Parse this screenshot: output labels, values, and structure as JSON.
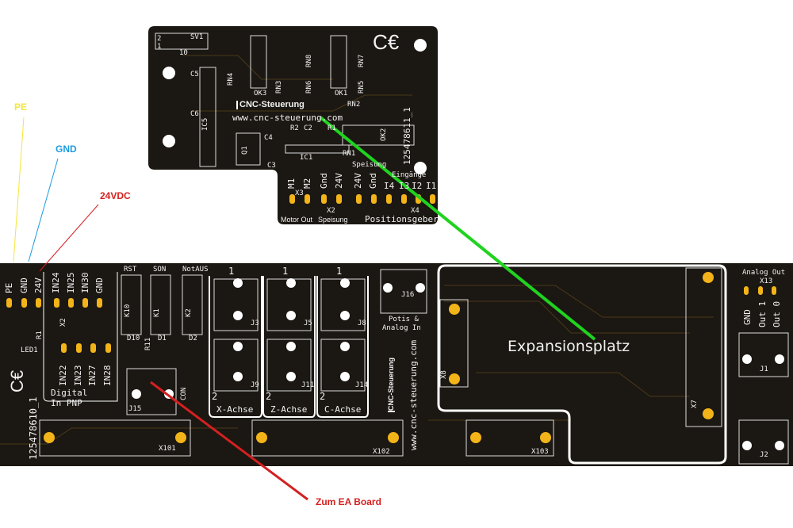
{
  "annotations": {
    "pe": "PE",
    "gnd": "GND",
    "vdc": "24VDC",
    "ea_board": "Zum EA Board",
    "colors": {
      "pe": "#f5e63c",
      "gnd": "#1a9be0",
      "vdc": "#d42020",
      "green_link": "#1fd31f",
      "red_link": "#d42020",
      "pcb": "#1b1712",
      "pad": "#f2b418"
    }
  },
  "top_board": {
    "header": "SV1",
    "header_pins": [
      "2",
      "1",
      "10"
    ],
    "ics": [
      "IC5",
      "OK3",
      "OK1",
      "OK2",
      "IC1",
      "Q1"
    ],
    "resistor_networks": [
      "RN1",
      "RN2",
      "RN3",
      "RN4",
      "RN5",
      "RN6",
      "RN7",
      "RN8"
    ],
    "parts": [
      "R1",
      "R2",
      "C2",
      "C3",
      "C4",
      "C5",
      "C6"
    ],
    "logo": "CNC-Steuerung",
    "url": "www.cnc-steuerung.com",
    "part_number": "125478611_1",
    "terminals": [
      "M1",
      "M2",
      "Gnd",
      "24V",
      "24V",
      "Gnd",
      "I4",
      "I3",
      "I2",
      "I1"
    ],
    "connectors": [
      "X3",
      "X2",
      "X4"
    ],
    "speisung_small": "Speisung",
    "eingaenge_small": "Eingänge",
    "groups": [
      "Motor Out",
      "Speisung",
      "Positionsgeber"
    ]
  },
  "main_board": {
    "power_terminals": [
      "PE",
      "GND",
      "24V"
    ],
    "inputs_top": [
      "IN24",
      "IN25",
      "IN30",
      "GND"
    ],
    "inputs_bottom": [
      "IN22",
      "IN23",
      "IN27",
      "IN28"
    ],
    "digital_label": "Digital",
    "digital_label2": "In PNP",
    "relay_labels": [
      "RST",
      "SON",
      "NotAUS"
    ],
    "relays": [
      "K10",
      "K1",
      "K2"
    ],
    "diodes": [
      "D10",
      "D1",
      "D2"
    ],
    "misc_parts": [
      "LED1",
      "R1",
      "R11",
      "X2"
    ],
    "axis_jacks": [
      "J3",
      "J5",
      "J8",
      "J9",
      "J11",
      "J14"
    ],
    "axis_pin_1": "1",
    "axis_pin_2": "2",
    "axes": [
      "X-Achse",
      "Z-Achse",
      "C-Achse"
    ],
    "j15": "J15",
    "con": "CON",
    "j16": "J16",
    "potis": "Potis &",
    "analog_in": "Analog In",
    "logo": "CNC-Steuerung",
    "url": "www.cnc-steuerung.com",
    "part_number": "125478610_1",
    "dsub": [
      "X101",
      "X102",
      "X103",
      "X8",
      "X7"
    ],
    "expansion": "Expansionsplatz",
    "analog_out": "Analog Out",
    "x13": "X13",
    "analog_terms": [
      "GND",
      "Out 1",
      "Out 0"
    ],
    "out_jacks": [
      "J1",
      "J2"
    ]
  }
}
